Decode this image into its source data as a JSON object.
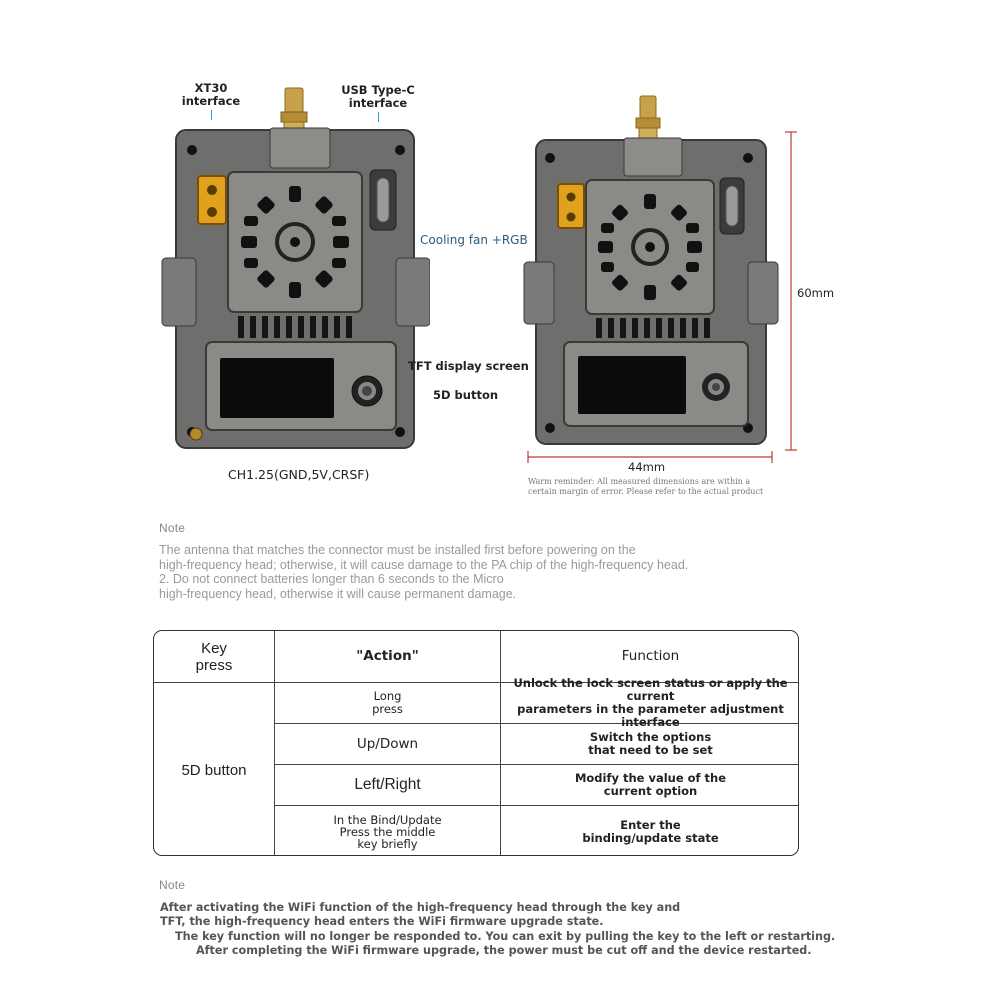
{
  "labels": {
    "xt30": "XT30\ninterface",
    "usb": "USB Type-C\ninterface",
    "fan": "Cooling fan +RGB",
    "tft": "TFT display screen",
    "btn": "5D button",
    "ch": "CH1.25(GND,5V,CRSF)",
    "height": "60mm",
    "width": "44mm",
    "reminder": "Warm reminder: All measured dimensions are within a\ncertain margin of error. Please refer to the actual product"
  },
  "note1": {
    "title": "Note",
    "lines": [
      "The antenna that matches the connector must be installed first before powering on the",
      "high-frequency head; otherwise, it will cause damage to the PA chip of the high-frequency head.",
      "2. Do not connect batteries longer than 6 seconds to the Micro",
      "high-frequency head, otherwise it will cause permanent damage."
    ]
  },
  "table": {
    "headers": [
      "Key\npress",
      "\"Action\"",
      "Function"
    ],
    "key": "5D button",
    "rows": [
      {
        "action": "Long\npress",
        "function": "Unlock the lock screen status or apply the current\nparameters in the parameter adjustment interface"
      },
      {
        "action": "Up/Down",
        "function": "Switch the options\nthat need to be set"
      },
      {
        "action": "Left/Right",
        "function": "Modify the value of the\ncurrent option"
      },
      {
        "action": "In the Bind/Update\nPress the middle\nkey briefly",
        "function": "Enter the\nbinding/update state"
      }
    ]
  },
  "note2": {
    "title": "Note",
    "lines": [
      "After activating the WiFi function of the high-frequency head through the key and",
      "TFT, the high-frequency head enters the WiFi firmware upgrade state.",
      "The key function will no longer be responded to. You can exit by pulling the key to the left or restarting.",
      "After completing the WiFi firmware upgrade, the power must be cut off and the device restarted."
    ]
  },
  "colors": {
    "body": "#6e6e6c",
    "panel": "#8a8a87",
    "screen": "#0b0b0b",
    "xt30": "#e0a21c",
    "dimension": "#c0392b",
    "leader": "#2aa3d6"
  }
}
